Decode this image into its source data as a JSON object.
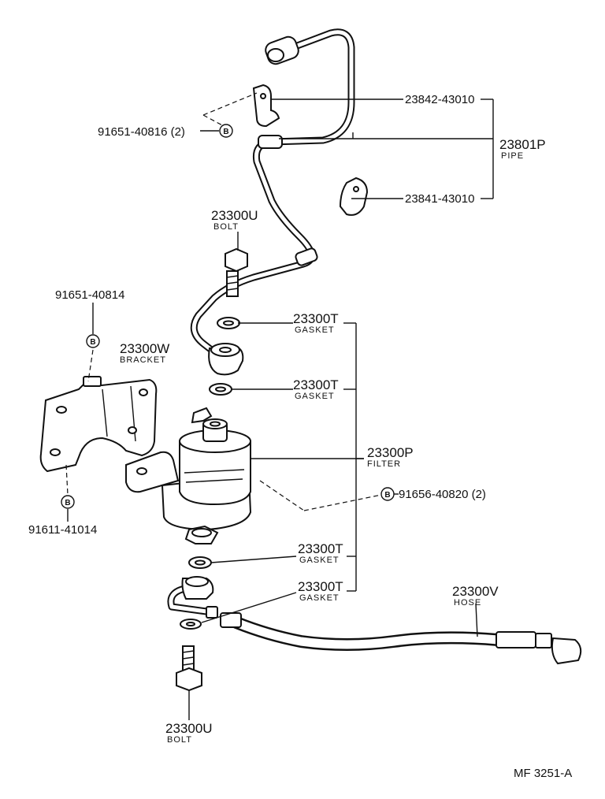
{
  "parts": {
    "pipe_clamp_upper": {
      "number": "23842-43010"
    },
    "pipe_clamp_lower": {
      "number": "23841-43010"
    },
    "pipe": {
      "number": "23801P",
      "desc": "PIPE"
    },
    "clip_upper": {
      "number": "91651-40816 (2)"
    },
    "bolt_upper": {
      "number": "23300U",
      "desc": "BOLT"
    },
    "bolt_bracket": {
      "number": "91651-40814"
    },
    "bracket": {
      "number": "23300W",
      "desc": "BRACKET"
    },
    "gasket_1": {
      "number": "23300T",
      "desc": "GASKET"
    },
    "gasket_2": {
      "number": "23300T",
      "desc": "GASKET"
    },
    "filter": {
      "number": "23300P",
      "desc": "FILTER"
    },
    "filter_bolt": {
      "number": "91656-40820 (2)"
    },
    "bracket_bolt_lower": {
      "number": "91611-41014"
    },
    "gasket_3": {
      "number": "23300T",
      "desc": "GASKET"
    },
    "gasket_4": {
      "number": "23300T",
      "desc": "GASKET"
    },
    "hose": {
      "number": "23300V",
      "desc": "HOSE"
    },
    "bolt_lower": {
      "number": "23300U",
      "desc": "BOLT"
    }
  },
  "b_marker_label": "B",
  "figure_code": "MF  3251-A"
}
